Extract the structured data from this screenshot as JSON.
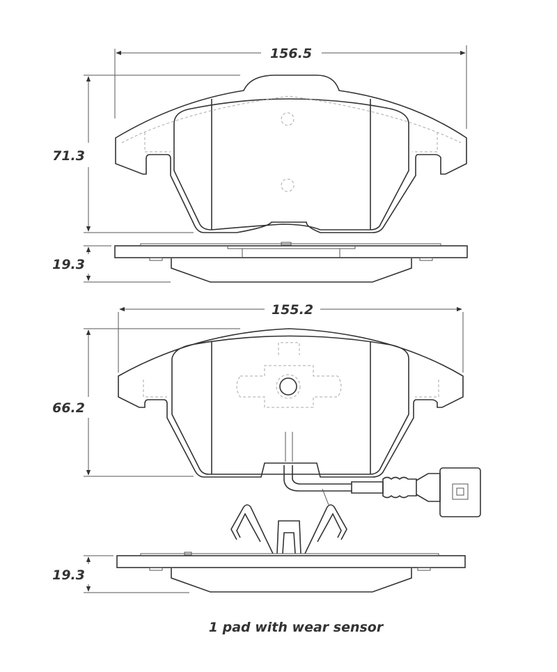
{
  "dimensions": {
    "pad1_width": "156.5",
    "pad1_height": "71.3",
    "pad1_thickness": "19.3",
    "pad2_width": "155.2",
    "pad2_height": "66.2",
    "pad2_thickness": "19.3"
  },
  "caption": "1 pad with wear sensor"
}
